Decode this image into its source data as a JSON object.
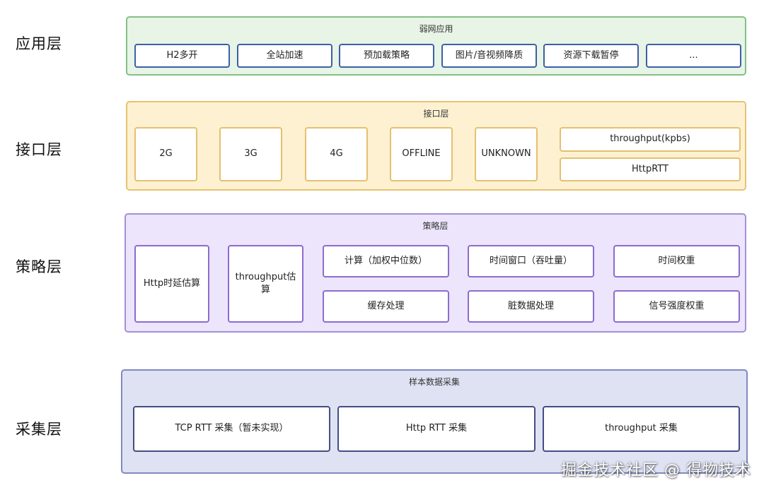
{
  "layers": {
    "app": {
      "label": "应用层",
      "title": "弱网应用",
      "items": [
        "H2多开",
        "全站加速",
        "预加载策略",
        "图片/音视频降质",
        "资源下载暂停",
        "..."
      ]
    },
    "interface": {
      "label": "接口层",
      "title": "接口层",
      "items": [
        "2G",
        "3G",
        "4G",
        "OFFLINE",
        "UNKNOWN"
      ],
      "metrics": [
        "throughput(kpbs)",
        "HttpRTT"
      ]
    },
    "strategy": {
      "label": "策略层",
      "title": "策略层",
      "estimators": [
        "Http时延估算",
        "throughput估算"
      ],
      "row1": [
        "计算（加权中位数）",
        "时间窗口（吞吐量）",
        "时间权重"
      ],
      "row2": [
        "缓存处理",
        "脏数据处理",
        "信号强度权重"
      ]
    },
    "collection": {
      "label": "采集层",
      "title": "样本数据采集",
      "items": [
        "TCP RTT 采集（暂未实现）",
        "Http RTT 采集",
        "throughput 采集"
      ]
    }
  },
  "watermark": "掘金技术社区 @ 得物技术"
}
